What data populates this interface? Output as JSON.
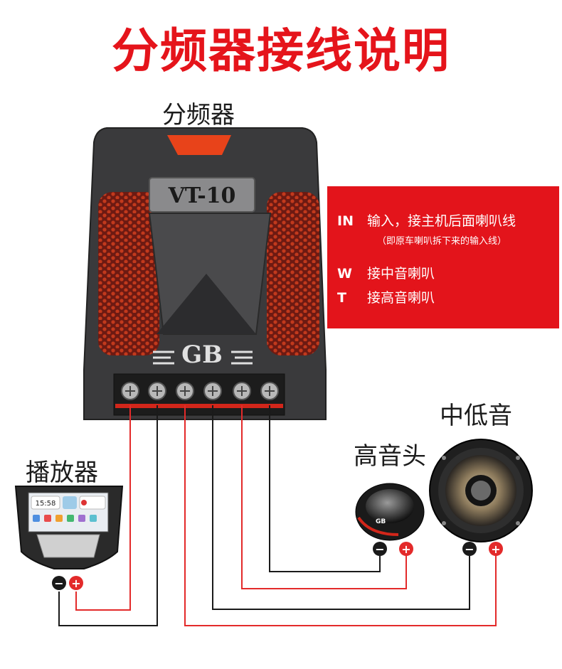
{
  "title": "分频器接线说明",
  "labels": {
    "crossover": "分频器",
    "player": "播放器",
    "tweeter": "高音头",
    "woofer": "中低音"
  },
  "crossover": {
    "model": "VT-10",
    "brand_logo": "GB"
  },
  "info": {
    "in_key": "IN",
    "in_text": "输入，接主机后面喇叭线",
    "in_note": "（即原车喇叭拆下来的输入线）",
    "w_key": "W",
    "w_text": "接中音喇叭",
    "t_key": "T",
    "t_text": "接高音喇叭"
  },
  "polarity": {
    "negative": "−",
    "positive": "+"
  },
  "player_screen": {
    "time": "15:58"
  },
  "tweeter_brand": "GB",
  "colors": {
    "accent_red": "#e5141b",
    "wire_red": "#e32a2a",
    "wire_black": "#1a1a1a",
    "housing_dark": "#3a3a3c"
  },
  "icons": {
    "negative": "minus-terminal-icon",
    "positive": "plus-terminal-icon"
  }
}
